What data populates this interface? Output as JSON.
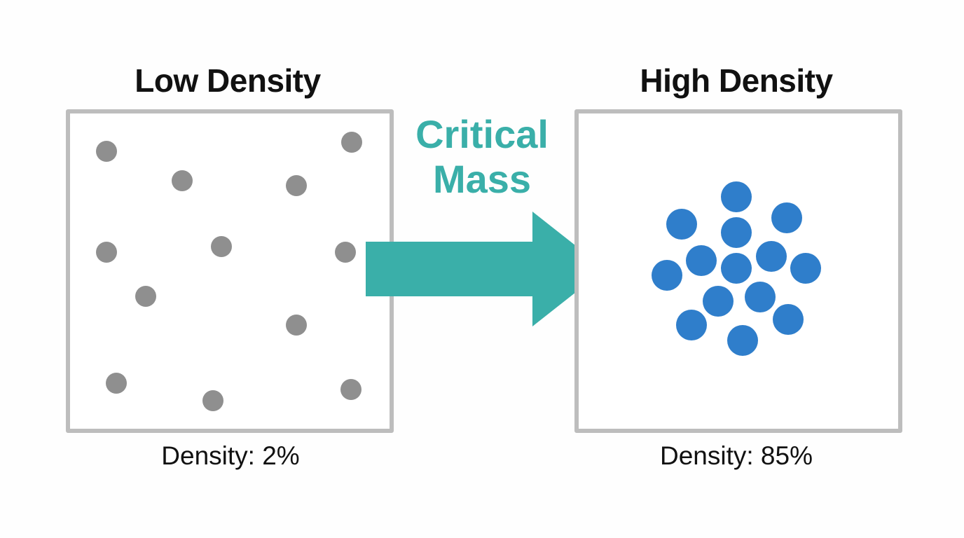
{
  "left_panel": {
    "title": "Low Density",
    "caption": "Density: 2%",
    "dot_color": "#8f8f8f"
  },
  "right_panel": {
    "title": "High Density",
    "caption": "Density: 85%",
    "dot_color": "#2f7ecb"
  },
  "transition": {
    "line1": "Critical",
    "line2": "Mass",
    "color": "#3aafa9"
  }
}
